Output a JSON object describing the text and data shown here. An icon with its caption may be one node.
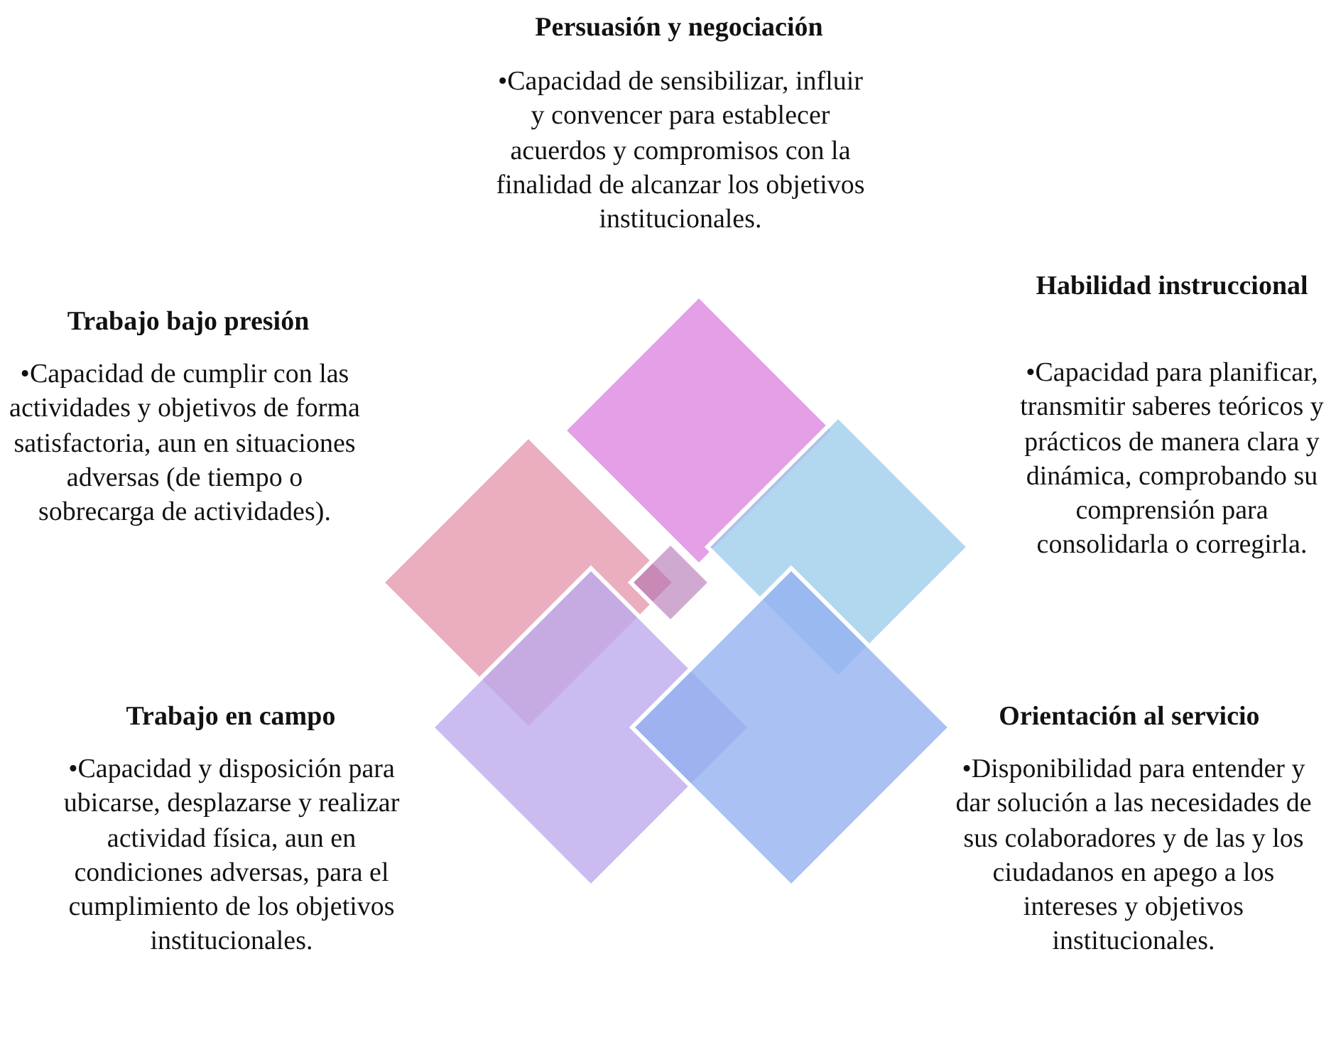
{
  "diagram": {
    "labels": [
      "Persuasión y negociación",
      "•Capacidad de sensibilizar, influir y convencer para establecer acuerdos y compromisos con la finalidad de alcanzar los objetivos institucionales.",
      "Trabajo bajo presión",
      "•Capacidad de cumplir con las actividades y objetivos de forma satisfactoria, aun en situaciones adversas (de tiempo o sobrecarga de actividades).",
      "Habilidad instruccional",
      "•Capacidad para planificar, transmitir saberes teóricos y prácticos de manera clara y dinámica, comprobando su comprensión para consolidarla o corregirla.",
      "Trabajo en campo",
      "•Capacidad y disposición para ubicarse, desplazarse y realizar actividad física, aun en condiciones adversas, para el cumplimiento de los objetivos institucionales.",
      "Orientación al servicio",
      "•Disponibilidad para entender y dar solución a las necesidades de sus colaboradores y de las y los ciudadanos en apego a los intereses y objetivos institucionales."
    ]
  }
}
